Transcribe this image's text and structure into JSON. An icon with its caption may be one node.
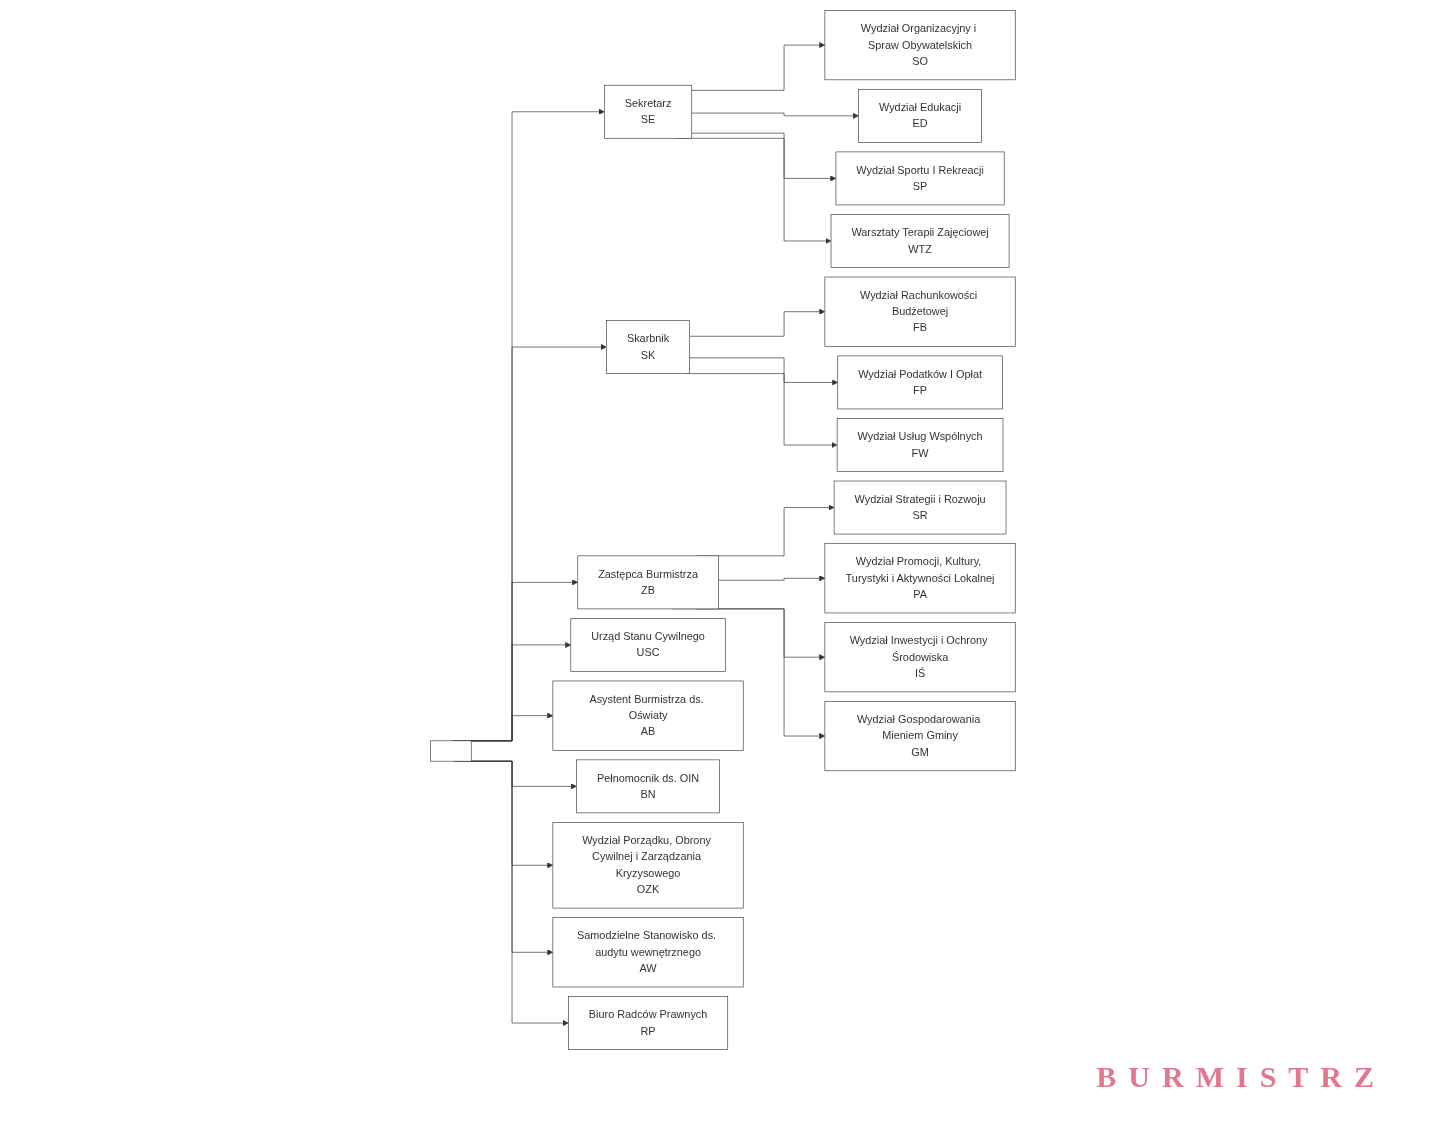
{
  "diagram": {
    "nodes": [
      {
        "text": [],
        "shape": "box"
      },
      {
        "text": [
          "Sekretarz",
          "SE"
        ]
      },
      {
        "text": [
          "Skarbnik",
          "SK"
        ]
      },
      {
        "text": [
          "Zastępca Burmistrza",
          "ZB"
        ]
      },
      {
        "text": [
          "Urząd Stanu Cywilnego",
          "USC"
        ]
      },
      {
        "text": [
          "Asystent Burmistrza ds. Oświaty",
          "AB"
        ]
      },
      {
        "text": [
          "Pełnomocnik ds. OIN",
          "BN"
        ]
      },
      {
        "text": [
          "Wydział Porządku, Obrony Cywilnej i Zarządzania Kryzysowego",
          "OZK"
        ]
      },
      {
        "text": [
          "Samodzielne Stanowisko ds. audytu wewnętrznego",
          "AW"
        ]
      },
      {
        "text": [
          "Biuro Radców Prawnych",
          "RP"
        ]
      },
      {
        "text": [
          "Wydział Organizacyjny i Spraw Obywatelskich",
          "SO"
        ]
      },
      {
        "text": [
          "Wydział Edukacji",
          "ED"
        ]
      },
      {
        "text": [
          "Wydział Sportu I Rekreacji",
          "SP"
        ]
      },
      {
        "text": [
          "Warsztaty Terapii Zajęciowej",
          "WTZ"
        ]
      },
      {
        "text": [
          "Wydział Rachunkowości Budżetowej",
          "FB"
        ]
      },
      {
        "text": [
          "Wydział Podatków I Opłat",
          "FP"
        ]
      },
      {
        "text": [
          "Wydział Usług Wspólnych",
          "FW"
        ]
      },
      {
        "text": [
          "Wydział Strategii i Rozwoju",
          "SR"
        ]
      },
      {
        "text": [
          "Wydział Promocji, Kultury, Turystyki i Aktywności Lokalnej",
          "PA"
        ]
      },
      {
        "text": [
          "Wydział Inwestycji i Ochrony Środowiska",
          "IŚ"
        ]
      },
      {
        "text": [
          "Wydział Gospodarowania Mieniem Gminy",
          "GM"
        ]
      }
    ],
    "edges": [
      {
        "from": 0,
        "to": 1,
        "arrow": "to"
      },
      {
        "from": 0,
        "to": 2,
        "arrow": "to"
      },
      {
        "from": 0,
        "to": 3,
        "arrow": "to"
      },
      {
        "from": 0,
        "to": 4,
        "arrow": "to"
      },
      {
        "from": 0,
        "to": 5,
        "arrow": "to"
      },
      {
        "from": 0,
        "to": 6,
        "arrow": "to"
      },
      {
        "from": 0,
        "to": 7,
        "arrow": "to"
      },
      {
        "from": 0,
        "to": 8,
        "arrow": "to"
      },
      {
        "from": 0,
        "to": 9,
        "arrow": "to"
      },
      {
        "from": 1,
        "to": 10,
        "arrow": "to"
      },
      {
        "from": 1,
        "to": 11,
        "arrow": "to"
      },
      {
        "from": 1,
        "to": 12,
        "arrow": "to"
      },
      {
        "from": 1,
        "to": 13,
        "arrow": "to"
      },
      {
        "from": 2,
        "to": 14,
        "arrow": "to"
      },
      {
        "from": 2,
        "to": 15,
        "arrow": "to"
      },
      {
        "from": 2,
        "to": 16,
        "arrow": "to"
      },
      {
        "from": 3,
        "to": 17,
        "arrow": "to"
      },
      {
        "from": 3,
        "to": 18,
        "arrow": "to"
      },
      {
        "from": 3,
        "to": 19,
        "arrow": "to"
      },
      {
        "from": 3,
        "to": 20,
        "arrow": "to"
      }
    ],
    "labels": [
      "BURMISTRZ"
    ]
  }
}
